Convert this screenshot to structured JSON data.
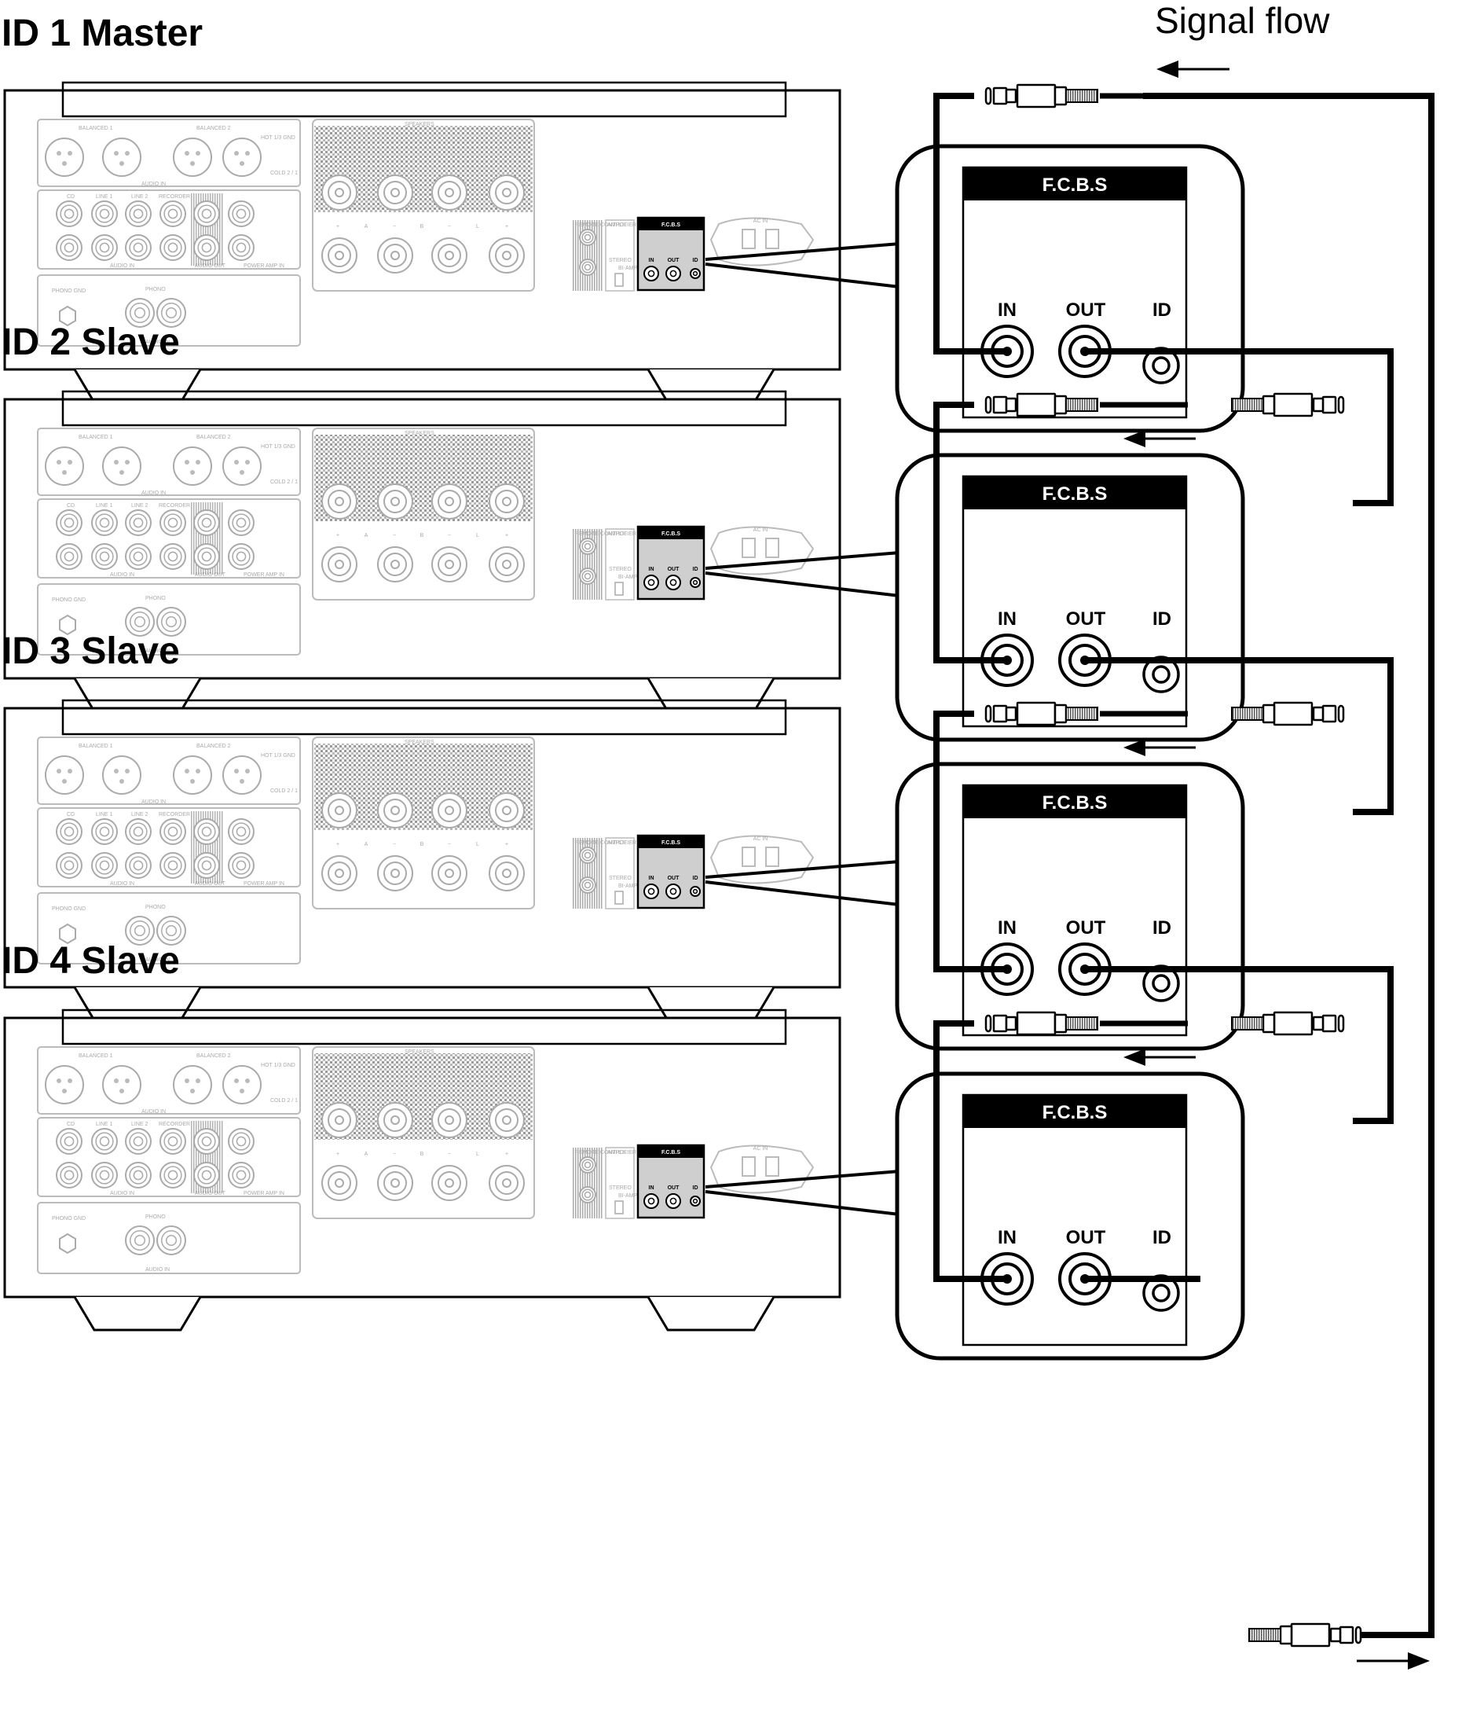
{
  "signal_flow_label": "Signal flow",
  "port_labels": {
    "in": "IN",
    "out": "OUT",
    "id": "ID"
  },
  "panel_label": "F.C.B.S",
  "panel_text": {
    "balanced_1": "BALANCED 1",
    "balanced_2": "BALANCED 2",
    "hot_gnd": "HOT 1/3   GND",
    "cold": "COLD 2 / 1",
    "audio_in": "AUDIO IN",
    "cd": "CD",
    "line_1": "LINE 1",
    "line_2": "LINE 2",
    "recorder": "RECORDER",
    "audio_out": "AUDIO OUT",
    "power_amp_in": "POWER AMP IN",
    "phono_gnd": "PHONO GND",
    "phono": "PHONO",
    "speakers": "SPEAKERS",
    "remote_control": "REMOTE CONTROL",
    "amplifier_mode": "AMPLIFIER MODE",
    "stereo": "STEREO",
    "bi_amp": "BI-AMP",
    "ac_in": "AC IN",
    "speaker_signs": [
      "+",
      "A",
      "−",
      "B",
      "−",
      "L",
      "+"
    ]
  },
  "units": [
    {
      "title": "ID 1 Master"
    },
    {
      "title": "ID 2 Slave"
    },
    {
      "title": "ID 3 Slave"
    },
    {
      "title": "ID 4 Slave"
    }
  ]
}
